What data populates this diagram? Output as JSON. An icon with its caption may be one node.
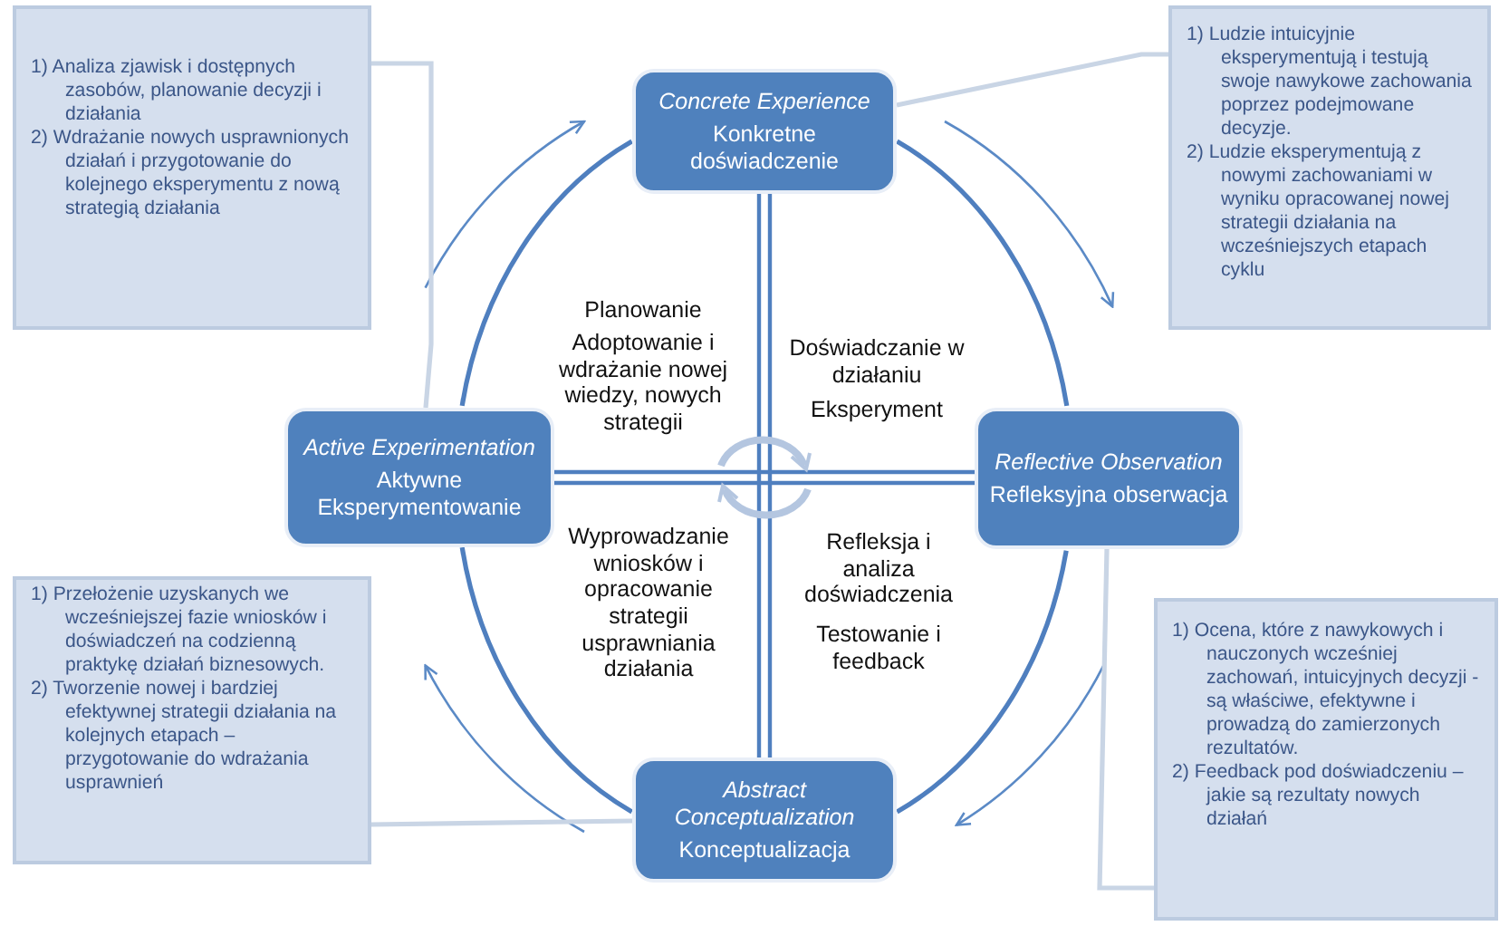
{
  "diagram": {
    "nodes": [
      {
        "text": [
          "1) Analiza zjawisk i dostępnych zasobów, planowanie decyzji i działania",
          "2) Wdrażanie nowych usprawnionych działań i przygotowanie do kolejnego eksperymentu z nową strategią działania"
        ]
      },
      {
        "text": [
          "Concrete Experience",
          "Konkretne doświadczenie"
        ]
      },
      {
        "text": [
          "1) Ludzie intuicyjnie eksperymentują i testują swoje nawykowe zachowania poprzez podejmowane decyzje.",
          "2) Ludzie eksperymentują z nowymi zachowaniami w wyniku opracowanej nowej strategii działania na wcześniejszych etapach cyklu"
        ]
      },
      {
        "text": [
          "Active Experimentation",
          "Aktywne Eksperymentowanie"
        ]
      },
      {
        "text": [
          "Reflective Observation",
          "Refleksyjna obserwacja"
        ]
      },
      {
        "text": [
          "1) Przełożenie uzyskanych we wcześniejszej fazie wniosków i doświadczeń na codzienną praktykę działań biznesowych.",
          "2) Tworzenie nowej i bardziej efektywnej strategii działania na kolejnych etapach – przygotowanie do wdrażania usprawnień"
        ]
      },
      {
        "text": [
          "1) Ocena, które z nawykowych i nauczonych wcześniej zachowań, intuicyjnych decyzji - są właściwe, efektywne i prowadzą do zamierzonych rezultatów.",
          "2) Feedback pod doświadczeniu – jakie są rezultaty nowych działań"
        ]
      },
      {
        "text": [
          "Abstract Conceptualization",
          "Konceptualizacja"
        ]
      }
    ],
    "edges": [
      {
        "from": 1,
        "to": 4,
        "arrow": "none"
      },
      {
        "from": 4,
        "to": 7,
        "arrow": "none"
      },
      {
        "from": 7,
        "to": 3,
        "arrow": "none"
      },
      {
        "from": 3,
        "to": 1,
        "arrow": "none"
      },
      {
        "from": 1,
        "to": 7,
        "arrow": "none"
      },
      {
        "from": 3,
        "to": 4,
        "arrow": "none"
      },
      {
        "from": 0,
        "to": 3,
        "arrow": "none",
        "color": "#c9d5e5"
      },
      {
        "from": 2,
        "to": 1,
        "arrow": "none",
        "color": "#c9d5e5"
      },
      {
        "from": 6,
        "to": 4,
        "arrow": "none",
        "color": "#c9d5e5"
      },
      {
        "from": 5,
        "to": 7,
        "arrow": "none",
        "color": "#c9d5e5"
      }
    ],
    "labels": [
      "Planowanie",
      "Adoptowanie i wdrażanie nowej wiedzy, nowych strategii",
      "Doświadczanie w działaniu",
      "Eksperyment",
      "Wyprowadzanie wniosków i opracowanie strategii usprawniania działania",
      "Refleksja i analiza doświadczenia",
      "Testowanie i feedback"
    ]
  }
}
